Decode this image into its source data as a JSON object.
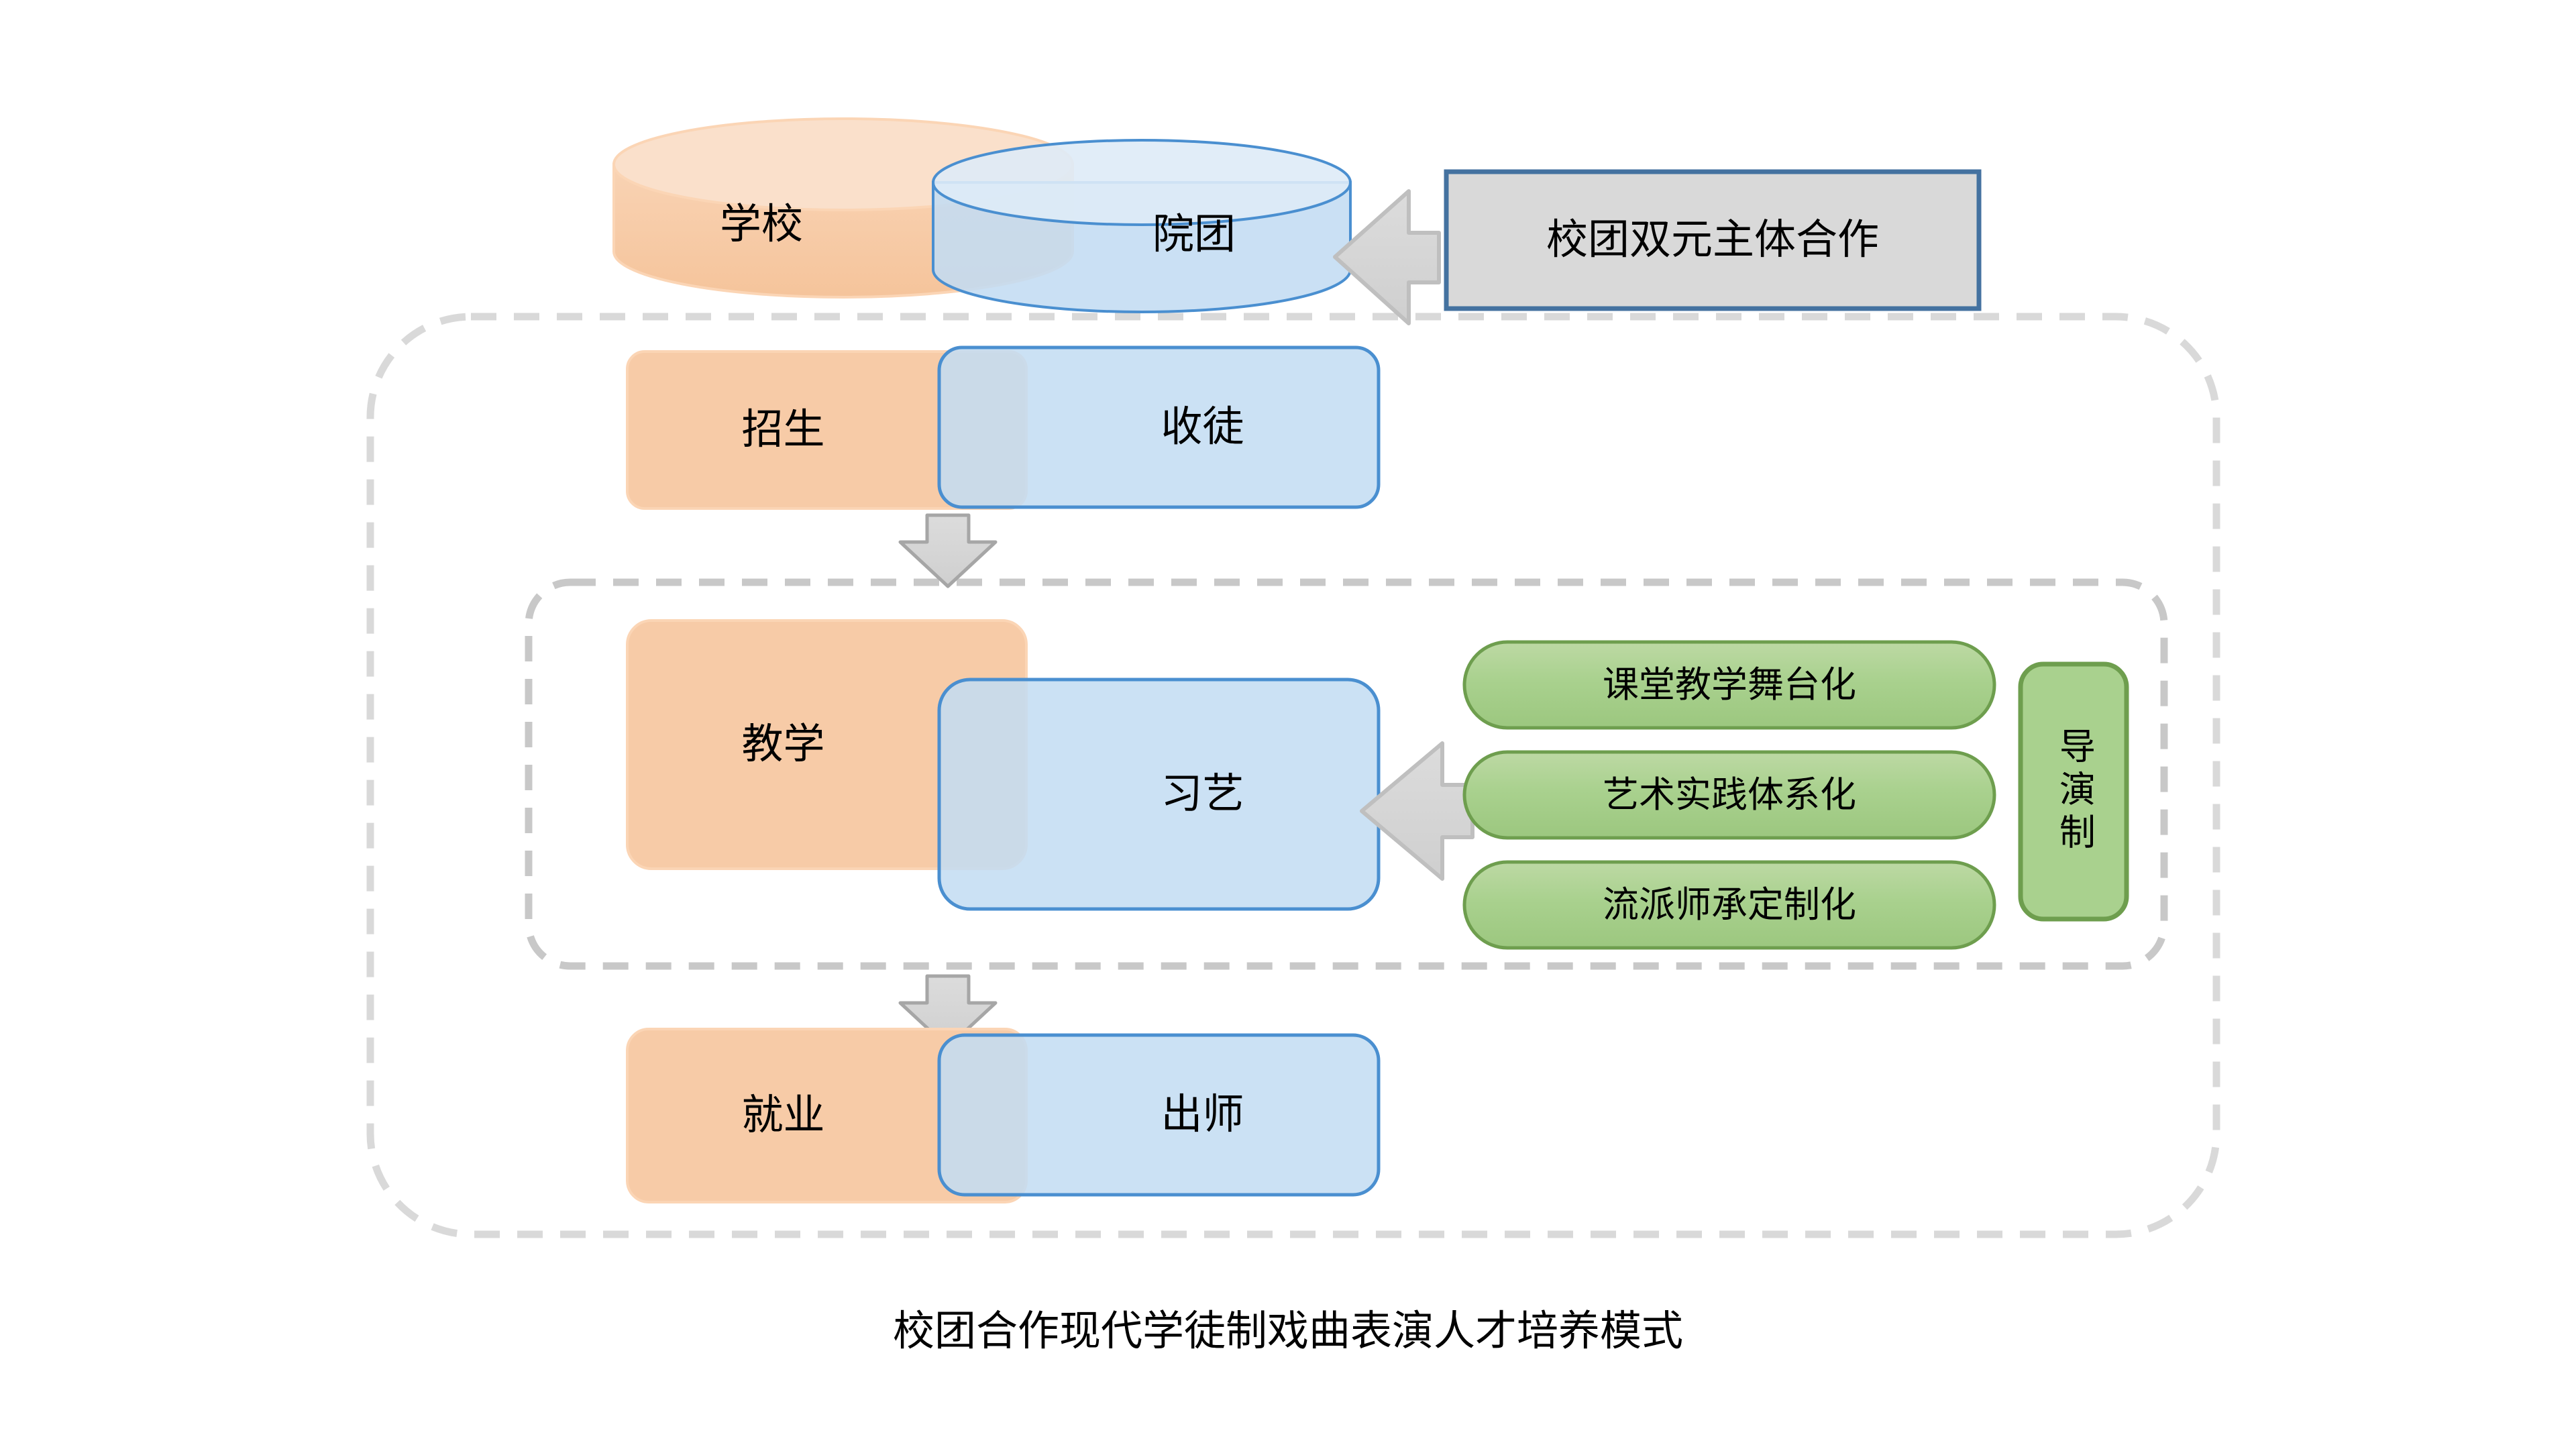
{
  "diagram": {
    "caption": "校团合作现代学徒制戏曲表演人才培养模式",
    "top_row": {
      "school_cylinder_label": "学校",
      "troupe_cylinder_label": "院团"
    },
    "callout": {
      "label": "校团双元主体合作"
    },
    "stages": [
      {
        "school_label": "招生",
        "troupe_label": "收徒"
      },
      {
        "school_label": "教学",
        "troupe_label": "习艺"
      },
      {
        "school_label": "就业",
        "troupe_label": "出师"
      }
    ],
    "pills": [
      {
        "label": "课堂教学舞台化"
      },
      {
        "label": "艺术实践体系化"
      },
      {
        "label": "流派师承定制化"
      }
    ],
    "vertical_tag": {
      "label": "导演制"
    },
    "colors": {
      "orange_fill": "#F7CBA7",
      "orange_stroke": "#FBD5B5",
      "blue_fill": "#C3DCF2",
      "blue_stroke": "#4A8FD0",
      "blue_light_top": "#DEEBF7",
      "green_fill": "#A9D18E",
      "green_stroke": "#6E9E4E",
      "gray_fill": "#D9D9D9",
      "gray_stroke": "#BFBFBF",
      "callout_stroke": "#4472A0",
      "dashed_stroke": "#D6D6D6",
      "text": "#000000"
    }
  }
}
